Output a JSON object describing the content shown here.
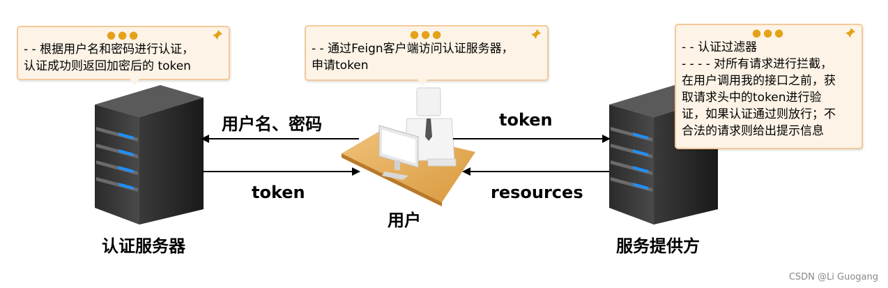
{
  "notes": {
    "auth": {
      "lines": [
        "- - 根据用户名和密码进行认证，",
        "认证成功则返回加密后的 token"
      ]
    },
    "user": {
      "lines": [
        "- - 通过Feign客户端访问认证服务器，",
        "申请token"
      ]
    },
    "service": {
      "lines": [
        "- - 认证过滤器",
        "- - - - 对所有请求进行拦截，",
        "在用户调用我的接口之前，获",
        "取请求头中的token进行验",
        "证，如果认证通过则放行；不",
        "合法的请求则给出提示信息"
      ]
    }
  },
  "arrows": {
    "credentials": "用户名、密码",
    "token_to_user": "token",
    "token_to_service": "token",
    "resources": "resources"
  },
  "nodes": {
    "auth_server": "认证服务器",
    "user": "用户",
    "service_provider": "服务提供方"
  },
  "watermark": "CSDN @Li Guogang",
  "colors": {
    "note_bg": "#fdf3e6",
    "note_border": "#f3c99a",
    "dots": "#e3a21a",
    "server_led": "#1e90ff",
    "desk": "#e0a550"
  }
}
